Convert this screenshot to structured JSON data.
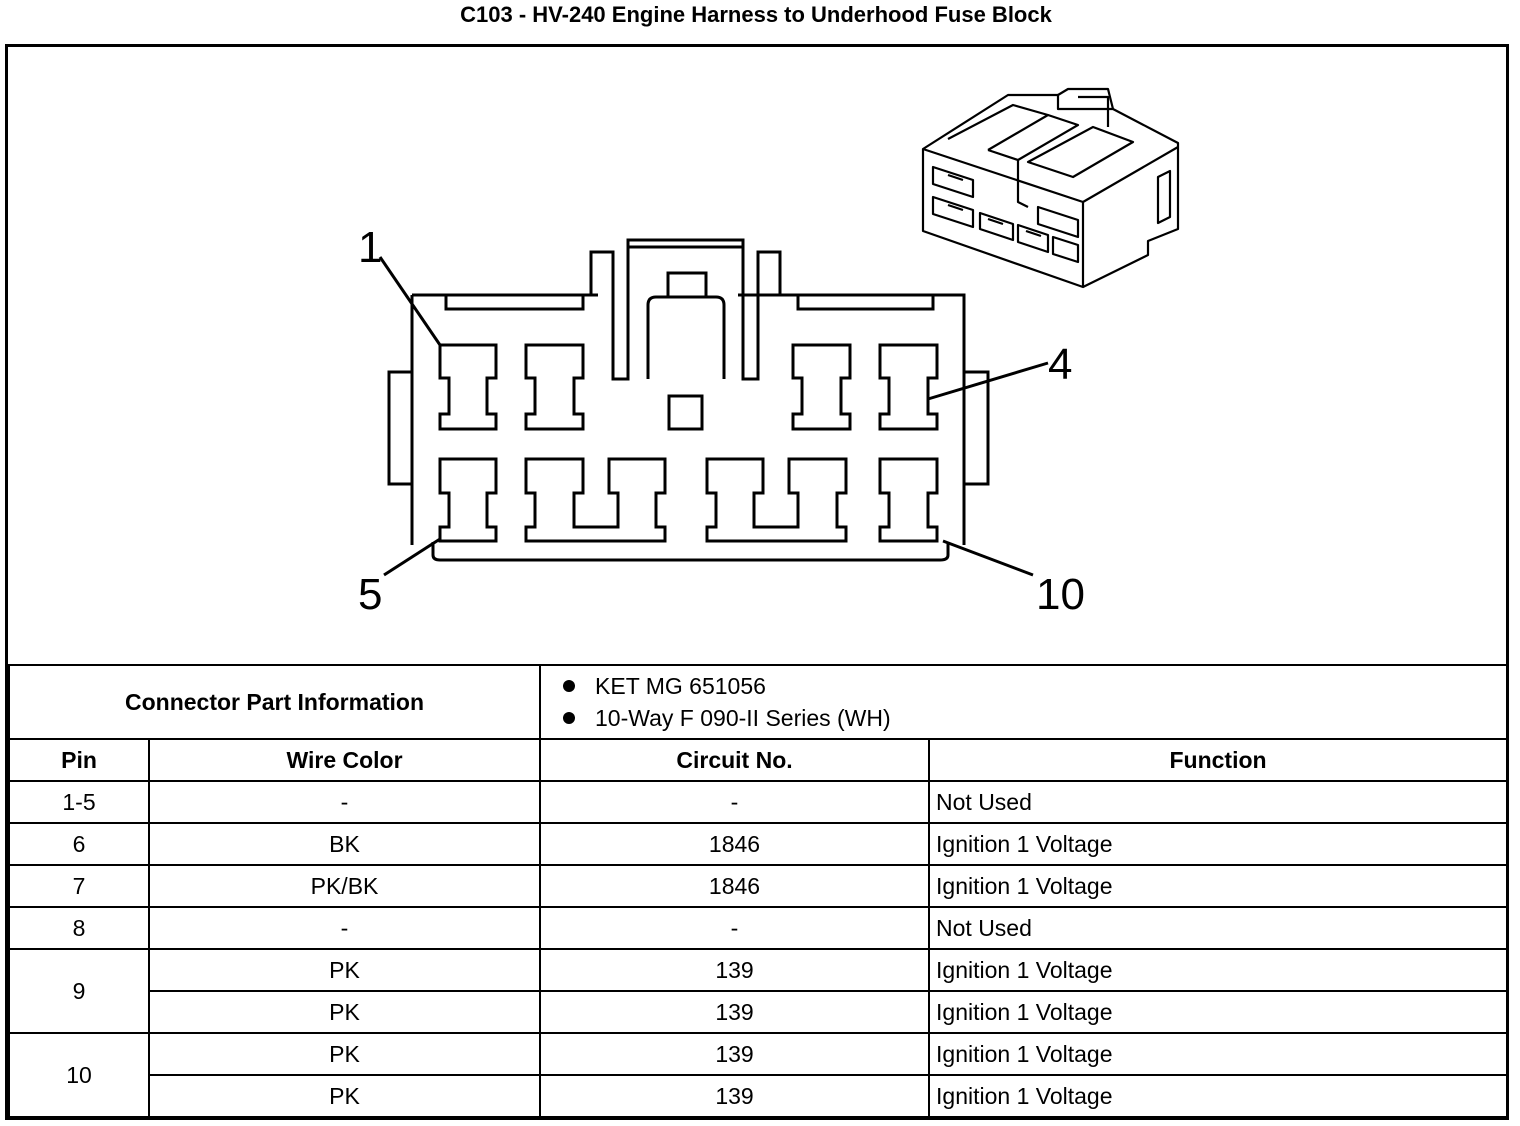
{
  "title": "C103 - HV-240 Engine Harness to Underhood Fuse Block",
  "pin_labels": [
    "1",
    "4",
    "5",
    "10"
  ],
  "connector_part_information": {
    "label": "Connector Part Information",
    "items": [
      "KET MG 651056",
      "10-Way F 090-II Series (WH)"
    ]
  },
  "columns": [
    "Pin",
    "Wire Color",
    "Circuit No.",
    "Function"
  ],
  "rows": [
    {
      "pin": "1-5",
      "wire_color": "-",
      "circuit": "-",
      "function": "Not Used"
    },
    {
      "pin": "6",
      "wire_color": "BK",
      "circuit": "1846",
      "function": "Ignition 1 Voltage"
    },
    {
      "pin": "7",
      "wire_color": "PK/BK",
      "circuit": "1846",
      "function": "Ignition 1 Voltage"
    },
    {
      "pin": "8",
      "wire_color": "-",
      "circuit": "-",
      "function": "Not Used"
    },
    {
      "pin": "9",
      "wire_color": "PK",
      "circuit": "139",
      "function": "Ignition 1 Voltage"
    },
    {
      "pin": "",
      "wire_color": "PK",
      "circuit": "139",
      "function": "Ignition 1 Voltage"
    },
    {
      "pin": "10",
      "wire_color": "PK",
      "circuit": "139",
      "function": "Ignition 1 Voltage"
    },
    {
      "pin": "",
      "wire_color": "PK",
      "circuit": "139",
      "function": "Ignition 1 Voltage"
    }
  ]
}
